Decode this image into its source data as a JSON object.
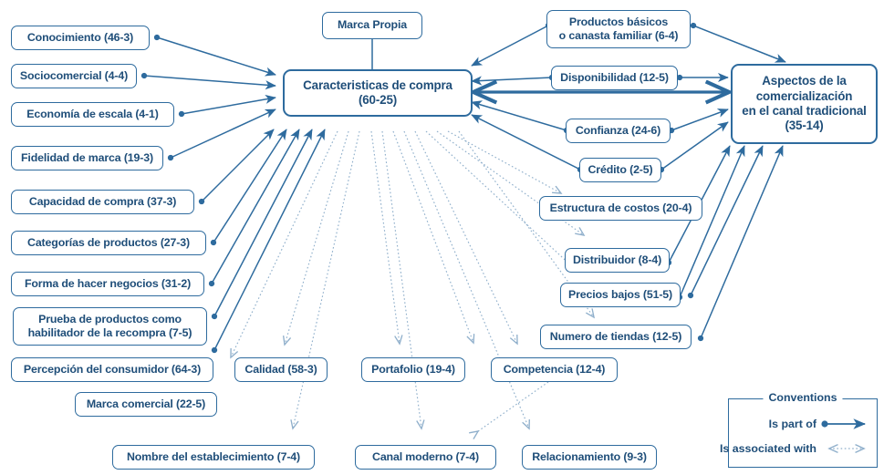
{
  "diagram": {
    "title": "Caracteristicas de compra / Aspectos de la comercializacion en el canal tradicional",
    "colors": {
      "border": "#2E6B9E",
      "text": "#1F4E79",
      "solid_edge": "#2E6B9E",
      "dotted_edge": "#8FAFCB",
      "background": "#FFFFFF"
    }
  },
  "nodes": {
    "marca_propia": {
      "label": "Marca Propia"
    },
    "center": {
      "line1": "Caracteristicas de compra",
      "line2": "(60-25)"
    },
    "right": {
      "line1": "Aspectos de la",
      "line2": "comercialización",
      "line3": "en el canal tradicional",
      "line4": "(35-14)"
    },
    "conocimiento": {
      "label": "Conocimiento (46-3)"
    },
    "sociocomercial": {
      "label": "Sociocomercial (4-4)"
    },
    "economia_escala": {
      "label": "Economía de escala (4-1)"
    },
    "fidelidad_marca": {
      "label": "Fidelidad de marca (19-3)"
    },
    "capacidad_compra": {
      "label": "Capacidad de compra (37-3)"
    },
    "categorias_productos": {
      "label": "Categorías de productos (27-3)"
    },
    "forma_negocios": {
      "label": "Forma de hacer negocios (31-2)"
    },
    "prueba_productos": {
      "line1": "Prueba de productos como",
      "line2": "habilitador de la recompra (7-5)"
    },
    "percepcion_consumidor": {
      "label": "Percepción del consumidor (64-3)"
    },
    "marca_comercial": {
      "label": "Marca comercial (22-5)"
    },
    "calidad": {
      "label": "Calidad (58-3)"
    },
    "portafolio": {
      "label": "Portafolio (19-4)"
    },
    "competencia": {
      "label": "Competencia (12-4)"
    },
    "nombre_establecimiento": {
      "label": "Nombre del establecimiento (7-4)"
    },
    "canal_moderno": {
      "label": "Canal moderno (7-4)"
    },
    "relacionamiento": {
      "label": "Relacionamiento (9-3)"
    },
    "productos_basicos": {
      "line1": "Productos básicos",
      "line2": "o canasta familiar (6-4)"
    },
    "disponibilidad": {
      "label": "Disponibilidad (12-5)"
    },
    "confianza": {
      "label": "Confianza (24-6)"
    },
    "credito": {
      "label": "Crédito (2-5)"
    },
    "estructura_costos": {
      "label": "Estructura de costos (20-4)"
    },
    "distribuidor": {
      "label": "Distribuidor (8-4)"
    },
    "precios_bajos": {
      "label": "Precios bajos (51-5)"
    },
    "numero_tiendas": {
      "label": "Numero de tiendas (12-5)"
    }
  },
  "legend": {
    "title": "Conventions",
    "is_part_of": "Is part of",
    "is_associated_with": "Is associated with"
  }
}
